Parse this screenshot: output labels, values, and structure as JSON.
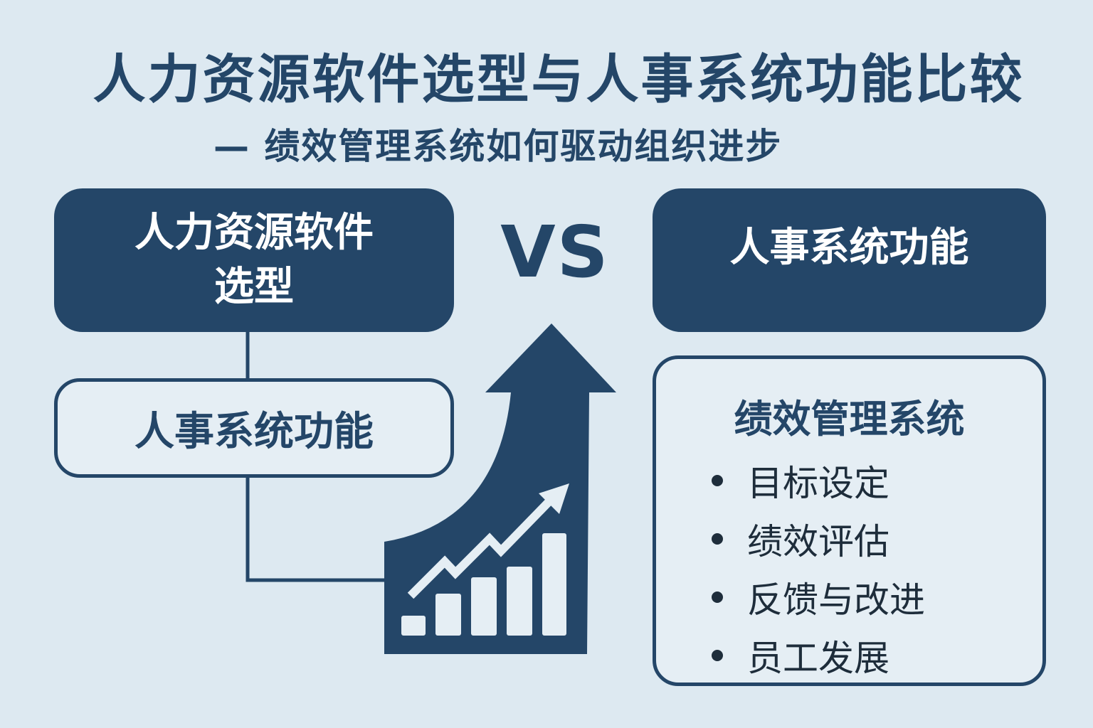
{
  "title": "人力资源软件选型与人事系统功能比较",
  "subtitle": "— 绩效管理系统如何驱动组织进步",
  "left": {
    "top_box_line1": "人力资源软件",
    "top_box_line2": "选型",
    "mid_box": "人事系统功能"
  },
  "vs": "VS",
  "right": {
    "top_box": "人事系统功能",
    "list_title": "绩效管理系统",
    "items": [
      "目标设定",
      "绩效评估",
      "反馈与改进",
      "员工发展"
    ]
  },
  "colors": {
    "primary": "#244668",
    "background": "#dde9f1",
    "text_dark": "#1e2d3b"
  },
  "icons": [
    "growth-arrow-icon",
    "bar-chart-icon",
    "trend-line-icon"
  ]
}
